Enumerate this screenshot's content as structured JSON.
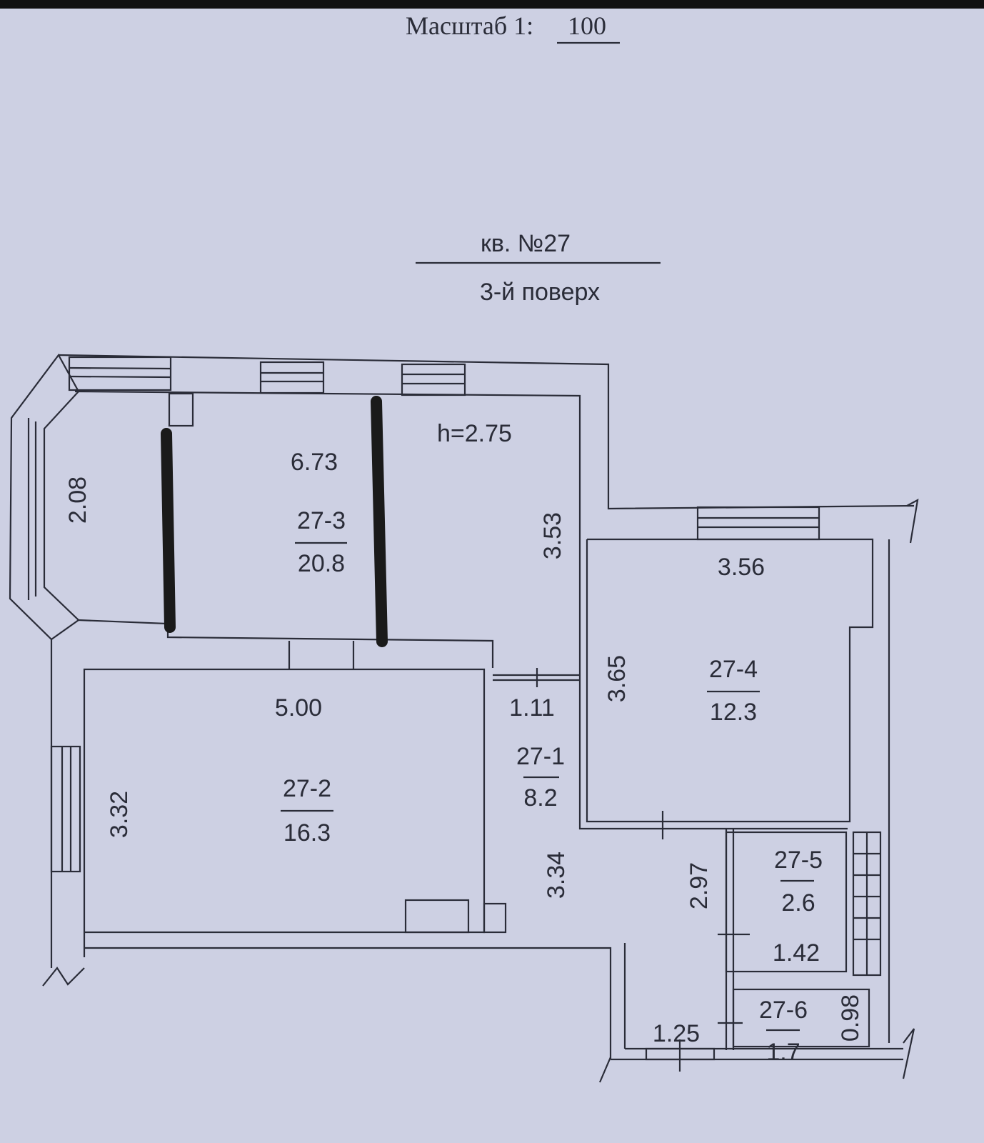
{
  "header": {
    "scale_label": "Масштаб 1:",
    "scale_value": "100"
  },
  "title": {
    "apartment": "кв. №27",
    "floor": "3-й поверх"
  },
  "ceiling_height": "h=2.75",
  "rooms": [
    {
      "id": "27-1",
      "area": "8.2"
    },
    {
      "id": "27-2",
      "area": "16.3"
    },
    {
      "id": "27-3",
      "area": "20.8"
    },
    {
      "id": "27-4",
      "area": "12.3"
    },
    {
      "id": "27-5",
      "area": "2.6"
    },
    {
      "id": "27-6",
      "area": "1.7"
    }
  ],
  "dimensions": [
    "6.73",
    "2.08",
    "3.53",
    "3.56",
    "3.65",
    "5.00",
    "1.11",
    "3.32",
    "3.34",
    "2.97",
    "1.42",
    "1.25",
    "0.98"
  ]
}
